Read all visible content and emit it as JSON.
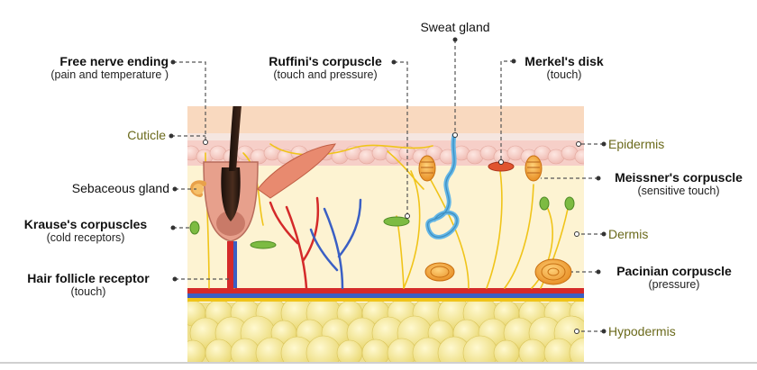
{
  "labels": {
    "free_nerve_ending": {
      "title": "Free nerve ending",
      "sub": "(pain and temperature )"
    },
    "ruffini": {
      "title": "Ruffini's corpuscle",
      "sub": "(touch and pressure)"
    },
    "sweat_gland": {
      "title": "Sweat gland"
    },
    "merkel": {
      "title": "Merkel's disk",
      "sub": "(touch)"
    },
    "cuticle": {
      "title": "Cuticle"
    },
    "sebaceous": {
      "title": "Sebaceous gland"
    },
    "krause": {
      "title": "Krause's corpuscles",
      "sub": "(cold receptors)"
    },
    "hair_follicle": {
      "title": "Hair follicle receptor",
      "sub": "(touch)"
    },
    "meissner": {
      "title": "Meissner's corpuscle",
      "sub": "(sensitive touch)"
    },
    "pacinian": {
      "title": "Pacinian corpuscle",
      "sub": "(pressure)"
    }
  },
  "layers": {
    "epidermis": "Epidermis",
    "dermis": "Dermis",
    "hypodermis": "Hypodermis"
  },
  "colors": {
    "epidermis_top": "#f9d9bf",
    "epidermis_cells": "#f6cfc8",
    "dermis": "#fdf3d2",
    "hypodermis": "#efe08f",
    "fat_cell": "#f7ec9a",
    "label_layer": "#6b6a1c",
    "hair": "#2b1a12",
    "artery": "#d42a2a",
    "vein": "#3a5fc4",
    "nerve": "#f0c419",
    "sweat_duct": "#63b6e6",
    "corpuscle": "#f3a63a",
    "krause_green": "#7dbb42"
  }
}
